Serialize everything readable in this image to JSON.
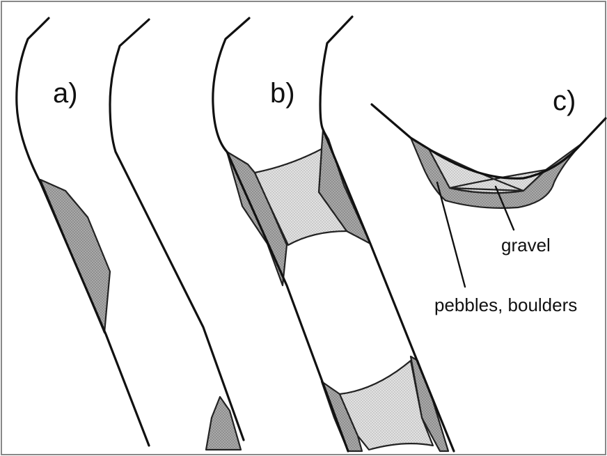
{
  "panels": [
    {
      "id": "a",
      "label": "a)"
    },
    {
      "id": "b",
      "label": "b)"
    },
    {
      "id": "c",
      "label": "c)"
    }
  ],
  "legend": {
    "gravel": "gravel",
    "pebbles": "pebbles, boulders"
  },
  "colors": {
    "outline": "#111111",
    "frame": "#888888",
    "pebbles_fill": "#a9a9a9",
    "gravel_fill": "#dcdcdc",
    "background": "#ffffff"
  }
}
